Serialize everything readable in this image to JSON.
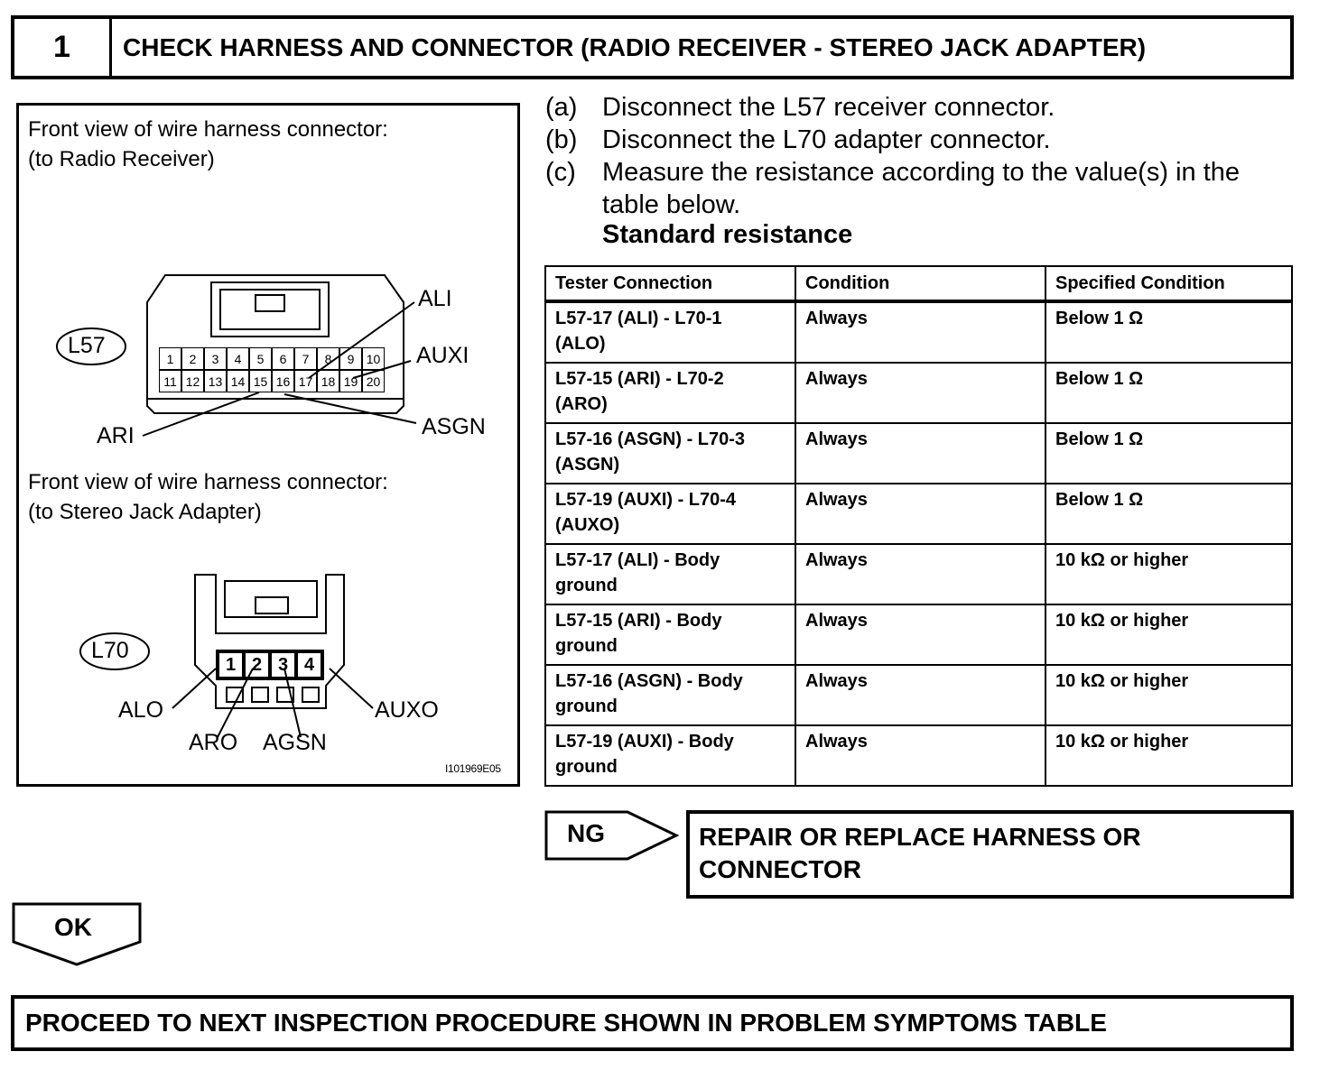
{
  "header": {
    "step_number": "1",
    "title": "CHECK HARNESS AND CONNECTOR (RADIO RECEIVER - STEREO JACK ADAPTER)"
  },
  "figure": {
    "caption1_line1": "Front view of wire harness connector:",
    "caption1_line2": "(to Radio Receiver)",
    "caption2_line1": "Front view of wire harness connector:",
    "caption2_line2": "(to Stereo Jack Adapter)",
    "l57_label": "L57",
    "l70_label": "L70",
    "l57_pins_top": [
      "1",
      "2",
      "3",
      "4",
      "5",
      "6",
      "7",
      "8",
      "9",
      "10"
    ],
    "l57_pins_bottom": [
      "11",
      "12",
      "13",
      "14",
      "15",
      "16",
      "17",
      "18",
      "19",
      "20"
    ],
    "l70_pins": [
      "1",
      "2",
      "3",
      "4"
    ],
    "callouts": {
      "ali": "ALI",
      "auxi": "AUXI",
      "ari": "ARI",
      "asgn": "ASGN",
      "alo": "ALO",
      "aro": "ARO",
      "agsn": "AGSN",
      "auxo": "AUXO"
    },
    "figure_id": "I101969E05"
  },
  "steps": [
    {
      "letter": "(a)",
      "text": "Disconnect the L57 receiver connector."
    },
    {
      "letter": "(b)",
      "text": "Disconnect the L70 adapter connector."
    },
    {
      "letter": "(c)",
      "text": "Measure the resistance according to the value(s) in the",
      "text2": "table below."
    }
  ],
  "standard_heading": "Standard resistance",
  "table": {
    "headers": [
      "Tester Connection",
      "Condition",
      "Specified Condition"
    ],
    "rows": [
      {
        "conn1": "L57-17 (ALI) - L70-1",
        "conn2": "(ALO)",
        "cond": "Always",
        "spec": "Below 1 Ω"
      },
      {
        "conn1": "L57-15 (ARI) - L70-2",
        "conn2": "(ARO)",
        "cond": "Always",
        "spec": "Below 1 Ω"
      },
      {
        "conn1": "L57-16 (ASGN) - L70-3",
        "conn2": "(ASGN)",
        "cond": "Always",
        "spec": "Below 1 Ω"
      },
      {
        "conn1": "L57-19 (AUXI) - L70-4",
        "conn2": "(AUXO)",
        "cond": "Always",
        "spec": "Below 1 Ω"
      },
      {
        "conn1": "L57-17 (ALI) - Body",
        "conn2": "ground",
        "cond": "Always",
        "spec": "10 kΩ or higher"
      },
      {
        "conn1": "L57-15 (ARI) - Body",
        "conn2": "ground",
        "cond": "Always",
        "spec": "10 kΩ or higher"
      },
      {
        "conn1": "L57-16 (ASGN) - Body",
        "conn2": "ground",
        "cond": "Always",
        "spec": "10 kΩ or higher"
      },
      {
        "conn1": "L57-19 (AUXI) - Body",
        "conn2": "ground",
        "cond": "Always",
        "spec": "10 kΩ or higher"
      }
    ]
  },
  "ng": {
    "label": "NG",
    "result_line1": "REPAIR OR REPLACE HARNESS OR",
    "result_line2": "CONNECTOR"
  },
  "ok": {
    "label": "OK"
  },
  "proceed": "PROCEED TO NEXT INSPECTION PROCEDURE SHOWN IN PROBLEM SYMPTOMS TABLE"
}
